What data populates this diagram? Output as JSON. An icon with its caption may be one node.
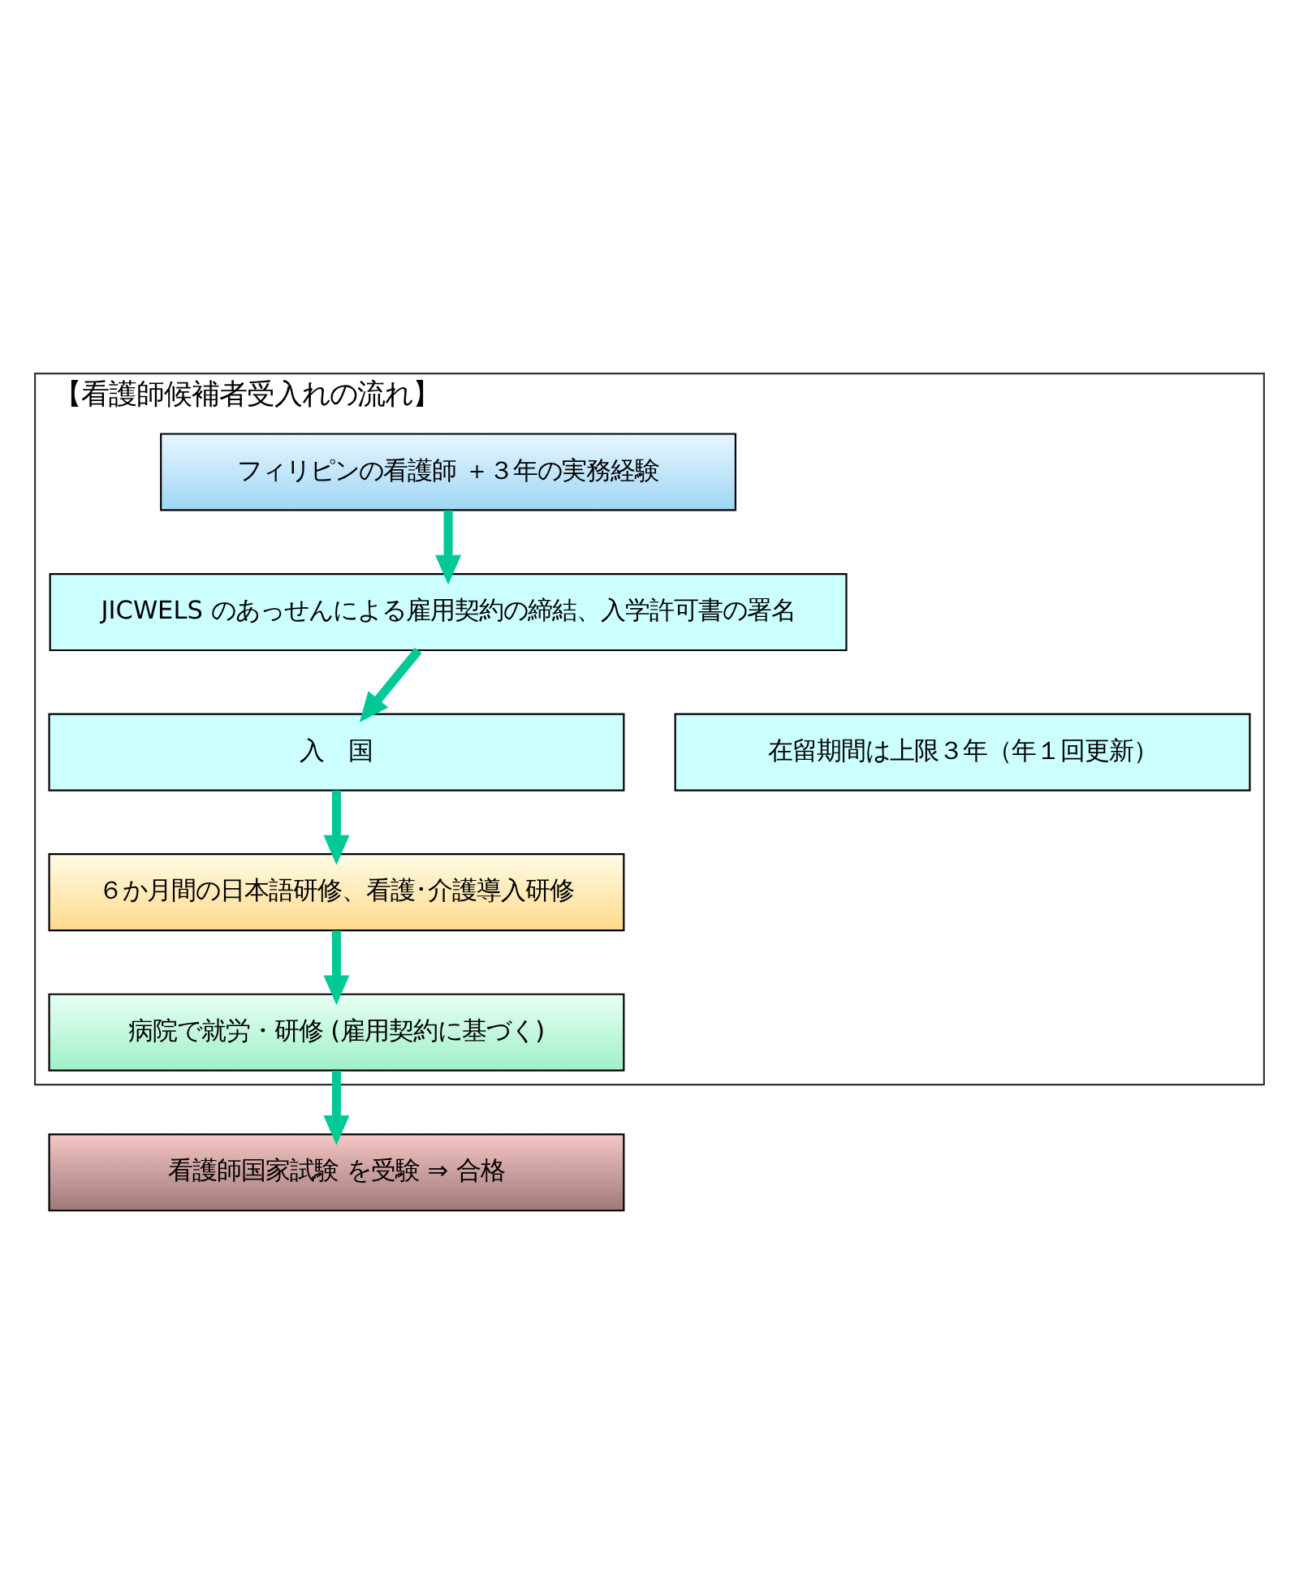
{
  "diagram": {
    "nodes": [
      {
        "text": [
          "【看護師候補者受入れの流れ】"
        ]
      },
      {
        "text": [
          "フィリピンの看護師 ＋３年の実務経験"
        ],
        "in": 0
      },
      {
        "text": [
          "JICWELS のあっせんによる雇用契約の締結、入学許可書の署名"
        ],
        "in": 0
      },
      {
        "text": [
          "入　国"
        ],
        "in": 0
      },
      {
        "text": [
          "在留期間は上限３年（年１回更新）"
        ],
        "in": 0
      },
      {
        "text": [
          "６か月間の日本語研修、看護･介護導入研修"
        ],
        "in": 0
      },
      {
        "text": [
          "病院で就労・研修 (雇用契約に基づく)"
        ],
        "in": 0
      },
      {
        "text": [
          "看護師国家試験 を受験 ⇒ 合格"
        ]
      }
    ],
    "edges": [
      {
        "from": 1,
        "to": 2,
        "arrow": "to"
      },
      {
        "from": 2,
        "to": 3,
        "arrow": "to"
      },
      {
        "from": 3,
        "to": 5,
        "arrow": "to"
      },
      {
        "from": 5,
        "to": 6,
        "arrow": "to"
      },
      {
        "from": 6,
        "to": 7,
        "arrow": "to"
      }
    ]
  }
}
